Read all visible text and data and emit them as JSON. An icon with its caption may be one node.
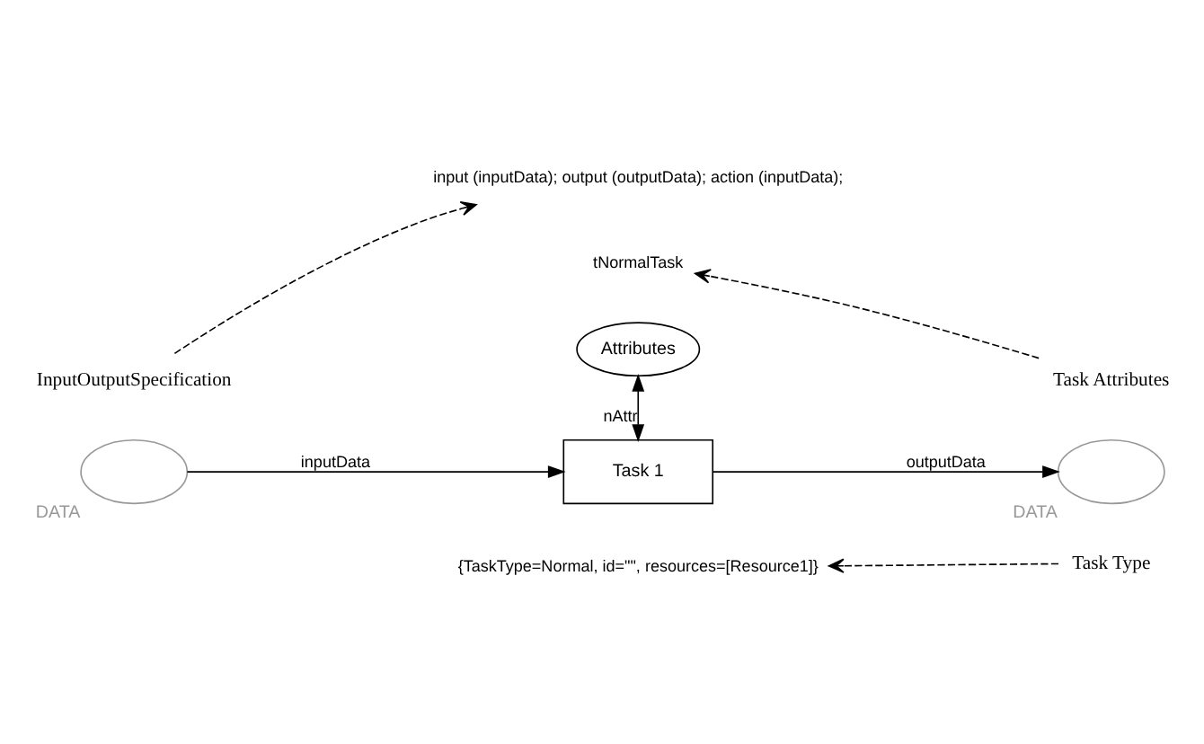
{
  "diagram": {
    "nodes": [
      {
        "text": [
          "{TaskType=Normal, id=\"\", resources=[Resource1]}"
        ]
      },
      {
        "text": [
          "Task Type"
        ]
      },
      {
        "text": [
          "Attributes"
        ]
      },
      {
        "text": [
          "tNormalTask"
        ]
      },
      {
        "text": [
          "Task Attributes"
        ]
      },
      {
        "text": [],
        "shape": "ellipse",
        "beside": [
          "DATA"
        ]
      },
      {
        "text": [
          "Task 1"
        ]
      },
      {
        "text": [],
        "shape": "ellipse",
        "beside": [
          "DATA"
        ]
      },
      {
        "text": [
          "InputOutputSpecification"
        ]
      },
      {
        "text": [
          "input (inputData); output (outputData); action (inputData);"
        ]
      }
    ],
    "edges": [
      {
        "from": 1,
        "to": 0,
        "arrow": "to",
        "style": "dashed"
      },
      {
        "from": 4,
        "to": 3,
        "arrow": "to",
        "style": "dashed"
      },
      {
        "from": 2,
        "to": 6,
        "arrow": "both",
        "label": "nAttr"
      },
      {
        "from": 5,
        "to": 6,
        "arrow": "to",
        "label": "inputData"
      },
      {
        "from": 6,
        "to": 7,
        "arrow": "to",
        "label": "outputData"
      },
      {
        "from": 8,
        "to": 9,
        "arrow": "to",
        "style": "dashed"
      }
    ]
  }
}
